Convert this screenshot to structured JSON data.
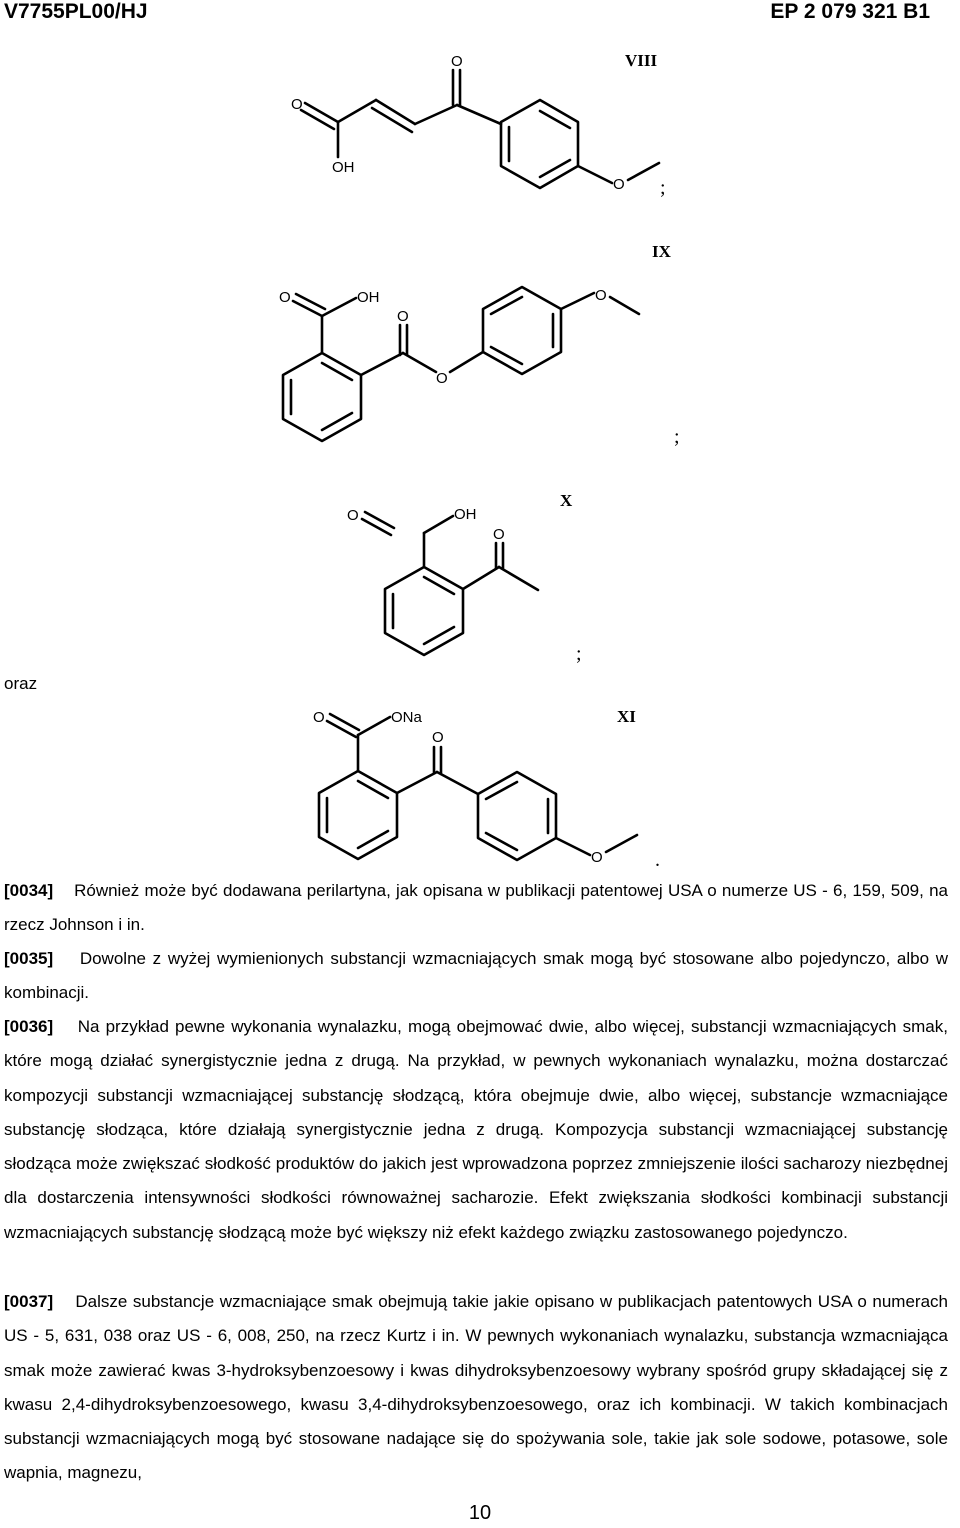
{
  "header": {
    "doc_id": "V7755PL00/HJ",
    "patent_number": "EP 2 079 321 B1"
  },
  "structures": [
    {
      "label": "VIII",
      "separator": ";",
      "atoms": [
        "O",
        "O",
        "OH",
        "O"
      ]
    },
    {
      "label": "IX",
      "separator": ";",
      "atoms": [
        "O",
        "OH",
        "O",
        "O",
        "O"
      ]
    },
    {
      "label": "X",
      "separator": ";",
      "atoms": [
        "O",
        "OH",
        "O"
      ]
    },
    {
      "label": "XI",
      "separator": ".",
      "atoms": [
        "O",
        "ONa",
        "O",
        "O"
      ]
    }
  ],
  "oraz": "oraz",
  "paragraphs": [
    {
      "num": "[0034]",
      "text": "Również może być dodawana perilartyna, jak opisana w publikacji patentowej USA o numerze US - 6, 159, 509, na rzecz Johnson i in."
    },
    {
      "num": "[0035]",
      "text": "Dowolne z wyżej wymienionych substancji wzmacniających smak mogą być stosowane albo pojedynczo, albo w kombinacji."
    },
    {
      "num": "[0036]",
      "text": "Na przykład pewne wykonania wynalazku, mogą obejmować dwie, albo więcej, substancji wzmacniających smak, które mogą działać synergistycznie jedna z drugą. Na przykład, w pewnych wykonaniach wynalazku, można dostarczać kompozycji substancji wzmacniającej substancję słodzącą, która obejmuje dwie, albo więcej, substancje wzmacniające substancję słodząca, które działają synergistycznie jedna z drugą. Kompozycja substancji wzmacniającej substancję słodząca może zwiększać słodkość produktów do jakich jest wprowadzona poprzez zmniejszenie ilości sacharozy niezbędnej dla dostarczenia intensywności słodkości równoważnej sacharozie. Efekt zwiększania słodkości kombinacji substancji wzmacniających substancję słodzącą może być większy niż efekt każdego związku zastosowanego pojedynczo."
    },
    {
      "num": "[0037]",
      "text": "Dalsze substancje wzmacniające smak obejmują takie jakie opisano w publikacjach patentowych USA o numerach US - 5, 631, 038 oraz US - 6, 008, 250, na rzecz Kurtz i in. W pewnych wykonaniach wynalazku, substancja wzmacniająca smak może zawierać kwas 3-hydroksybenzoesowy i kwas dihydroksybenzoesowy wybrany spośród grupy składającej się z kwasu 2,4-dihydroksybenzoesowego, kwasu 3,4-dihydroksybenzoesowego, oraz ich kombinacji. W takich kombinacjach substancji wzmacniających mogą być stosowane nadające się do spożywania sole, takie jak sole sodowe, potasowe, sole wapnia, magnezu,"
    }
  ],
  "page_number": "10"
}
